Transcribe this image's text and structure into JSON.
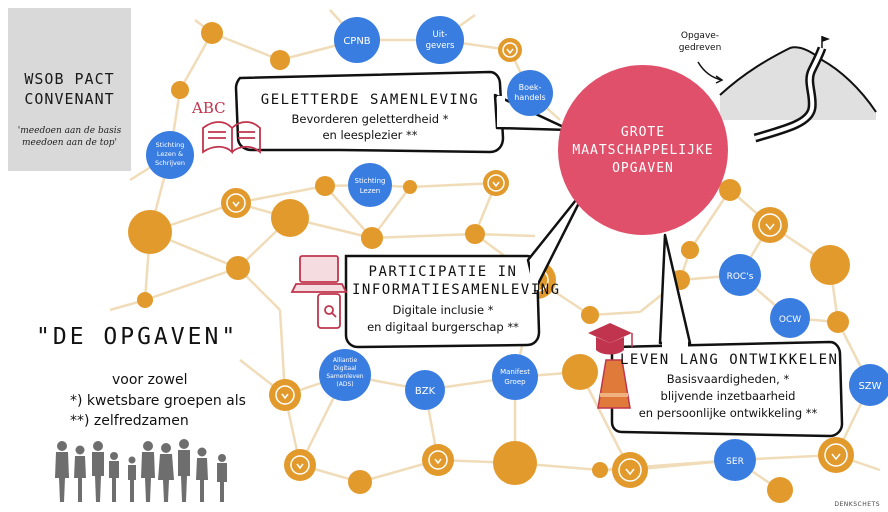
{
  "logo": {
    "title_line1": "WSOB PACT",
    "title_line2": "CONVENANT",
    "tagline_line1": "'meedoen aan de basis",
    "tagline_line2": "meedoen aan de top'"
  },
  "center": {
    "line1": "GROTE",
    "line2": "MAATSCHAPPELIJKE",
    "line3": "OPGAVEN",
    "color": "#e0506a"
  },
  "mountain_label": {
    "line1": "Opgave-",
    "line2": "gedreven"
  },
  "abc_label": "ABC",
  "bubbles": {
    "geletterde": {
      "title": "GELETTERDE SAMENLEVING",
      "line1": "Bevorderen geletterdheid *",
      "line2": "en leesplezier **"
    },
    "participatie": {
      "title1": "PARTICIPATIE IN",
      "title2": "INFORMATIESAMENLEVING",
      "line1": "Digitale inclusie *",
      "line2": "en digitaal burgerschap **"
    },
    "leven": {
      "title": "LEVEN LANG ONTWIKKELEN",
      "line1": "Basisvaardigheden, *",
      "line2": "blijvende inzetbaarheid",
      "line3": "en persoonlijke ontwikkeling **"
    }
  },
  "nodes": {
    "cpnb": "CPNB",
    "uitgevers1": "Uit-",
    "uitgevers2": "gevers",
    "boek1": "Boek-",
    "boek2": "handels",
    "sls1": "Stichting",
    "sls2": "Lezen &",
    "sls3": "Schrijven",
    "sl1": "Stichting",
    "sl2": "Lezen",
    "alliantie1": "Alliantie",
    "alliantie2": "Digitaal",
    "alliantie3": "Samenleven",
    "alliantie4": "(ADS)",
    "bzk": "BZK",
    "manifest1": "Manifest",
    "manifest2": "Groep",
    "rocs": "ROC's",
    "ocw": "OCW",
    "szw": "SZW",
    "ser": "SER"
  },
  "opgaven": {
    "title": "\"DE OPGAVEN\"",
    "voor": "voor zowel",
    "line1": "*) kwetsbare groepen als",
    "line2": "**) zelfredzamen"
  },
  "credit": "DENKSCHETS",
  "colors": {
    "orange": "#e29a2c",
    "blue": "#3a7de0",
    "network_line": "#f0dcb8",
    "logo_bg": "#d9d9d9"
  }
}
